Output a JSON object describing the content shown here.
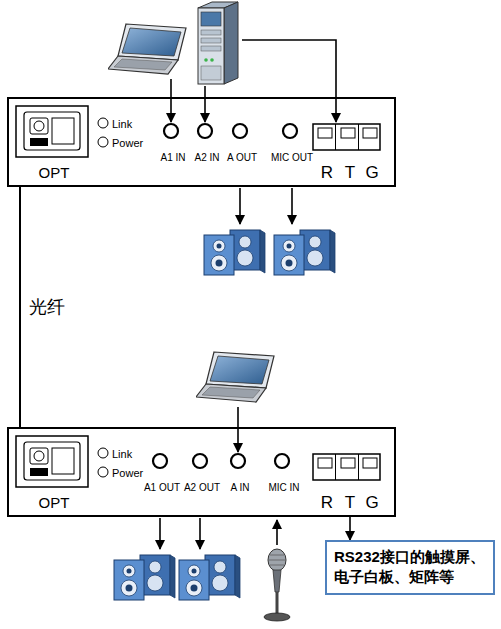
{
  "diagram": {
    "nodes": [
      {
        "text": [
          "OPT",
          "Link",
          "Power",
          "A1 IN",
          "A2 IN",
          "A OUT",
          "MIC OUT",
          "R",
          "T",
          "G"
        ]
      },
      {
        "text": [
          "OPT",
          "Link",
          "Power",
          "A1 OUT",
          "A2 OUT",
          "A IN",
          "MIC IN",
          "R",
          "T",
          "G"
        ]
      },
      {
        "text": [
          "RS232接口的触摸屏、电子白板、矩阵等"
        ]
      }
    ],
    "edges": [
      {
        "from": 0,
        "to": 1,
        "arrow": "none",
        "label": "光纤"
      },
      {
        "from": 1,
        "to": 2,
        "arrow": "to"
      }
    ]
  }
}
